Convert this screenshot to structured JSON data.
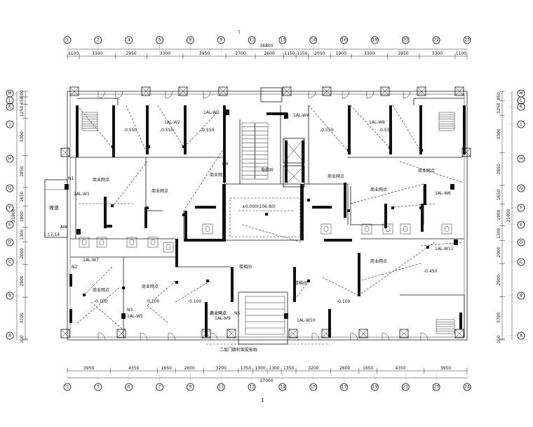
{
  "drawing": {
    "top_overall": "36800",
    "bottom_overall": "37000",
    "left_overall": "21800",
    "right_overall": "21800",
    "top_dims": [
      "1100",
      "3300",
      "2950",
      "3300",
      "3950",
      "2700",
      "2600",
      "1150",
      "1150",
      "2050",
      "1900",
      "3300",
      "2950",
      "3300",
      "1100"
    ],
    "bottom_dims": [
      "3950",
      "4350",
      "1650",
      "2600",
      "3200",
      "1350",
      "1300",
      "1300",
      "1350",
      "3200",
      "2600",
      "1650",
      "4350",
      "3950"
    ],
    "left_dims": [
      "500",
      "650",
      "1250",
      "3300",
      "2850",
      "1650",
      "1900",
      "1300",
      "2000",
      "2900",
      "3700",
      "100"
    ],
    "right_dims": [
      "850",
      "1250",
      "3300",
      "2850",
      "1650",
      "1900",
      "1300",
      "2000",
      "2900",
      "3700",
      "100"
    ],
    "top_axes": [
      "1",
      "2",
      "4",
      "5",
      "8",
      "9",
      "11",
      "13",
      "14",
      "16",
      "18",
      "20",
      "22",
      "23"
    ],
    "bottom_axes": [
      "1",
      "3",
      "6",
      "7",
      "9",
      "11",
      "12",
      "14",
      "15",
      "17",
      "19",
      "21",
      "23",
      "24"
    ],
    "left_axes": [
      "M",
      "L",
      "K",
      "J",
      "H",
      "G",
      "F",
      "E",
      "D",
      "C",
      "B",
      "A"
    ],
    "right_axes": [
      "M",
      "L",
      "K",
      "J",
      "H",
      "G",
      "F",
      "E",
      "D",
      "C",
      "B",
      "A"
    ],
    "room_labels": [
      "商业网点",
      "商业网点",
      "商业网点",
      "商业网点",
      "商业网点",
      "商业网点",
      "商业网点",
      "商业网点",
      "商业网点"
    ],
    "panel_labels": [
      "1AL-W1",
      "1AL-W2",
      "1AL-W3",
      "1AL-W4",
      "1AL-W5",
      "1AL-W6",
      "1AL-W7",
      "1AL-W8",
      "1AL-W9",
      "1AL-W10",
      "1AL-W11"
    ],
    "levels": [
      "-0.550",
      "-0.550",
      "-0.550",
      "-0.550",
      "-0.550",
      "-0.100",
      "-0.100",
      "-0.100",
      "-0.100",
      "-0.450"
    ],
    "origin_level": "±0.000(106.80)",
    "ramp_label": "坡道",
    "ramp_ratio": "1:17.14",
    "shaft_label": "电梯井",
    "mid_note": "二层门廊桁架投影线",
    "section_mark": "1",
    "section_top": "┐",
    "small_tags": [
      "N1",
      "N2",
      "N3",
      "N4",
      "N5",
      "AW"
    ],
    "stair_tags": [
      "楼梯间",
      "楼梯间"
    ]
  }
}
